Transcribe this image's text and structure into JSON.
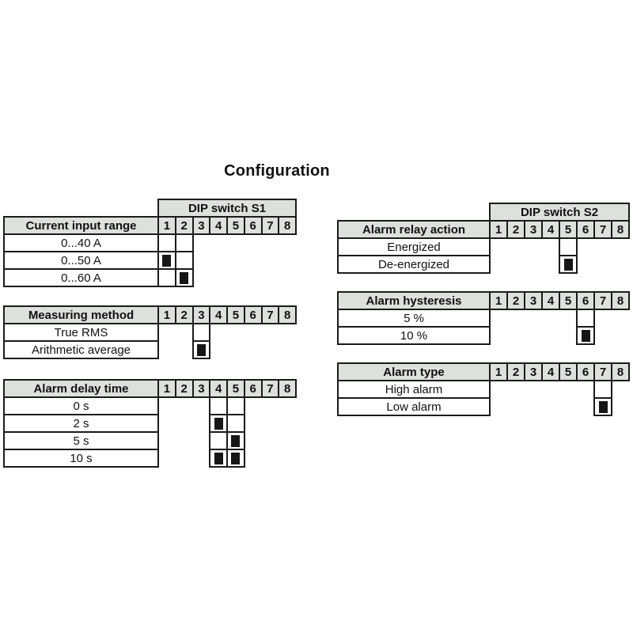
{
  "title": "Configuration",
  "colors": {
    "header_bg": "#dee0dd",
    "border": "#1b1b1b",
    "switch_mark": "#161616",
    "page_bg": "#ffffff"
  },
  "dip_switch_columns": [
    "1",
    "2",
    "3",
    "4",
    "5",
    "6",
    "7",
    "8"
  ],
  "groups": [
    {
      "switch_name": "DIP switch S1",
      "tables": [
        {
          "key": "current-input-range",
          "label": "Current input range",
          "active_columns": [
            1,
            2
          ],
          "rows": [
            {
              "label": "0...40 A",
              "on": []
            },
            {
              "label": "0...50 A",
              "on": [
                1
              ]
            },
            {
              "label": "0...60 A",
              "on": [
                2
              ]
            }
          ]
        },
        {
          "key": "measuring-method",
          "label": "Measuring method",
          "active_columns": [
            3
          ],
          "rows": [
            {
              "label": "True RMS",
              "on": []
            },
            {
              "label": "Arithmetic average",
              "on": [
                3
              ]
            }
          ]
        },
        {
          "key": "alarm-delay-time",
          "label": "Alarm delay time",
          "active_columns": [
            4,
            5
          ],
          "rows": [
            {
              "label": "0 s",
              "on": []
            },
            {
              "label": "2 s",
              "on": [
                4
              ]
            },
            {
              "label": "5 s",
              "on": [
                5
              ]
            },
            {
              "label": "10 s",
              "on": [
                4,
                5
              ]
            }
          ]
        }
      ]
    },
    {
      "switch_name": "DIP switch S2",
      "tables": [
        {
          "key": "alarm-relay-action",
          "label": "Alarm relay action",
          "active_columns": [
            5
          ],
          "rows": [
            {
              "label": "Energized",
              "on": []
            },
            {
              "label": "De-energized",
              "on": [
                5
              ]
            }
          ]
        },
        {
          "key": "alarm-hysteresis",
          "label": "Alarm hysteresis",
          "active_columns": [
            6
          ],
          "rows": [
            {
              "label": "5 %",
              "on": []
            },
            {
              "label": "10 %",
              "on": [
                6
              ]
            }
          ]
        },
        {
          "key": "alarm-type",
          "label": "Alarm type",
          "active_columns": [
            7
          ],
          "rows": [
            {
              "label": "High alarm",
              "on": []
            },
            {
              "label": "Low alarm",
              "on": [
                7
              ]
            }
          ]
        }
      ]
    }
  ]
}
